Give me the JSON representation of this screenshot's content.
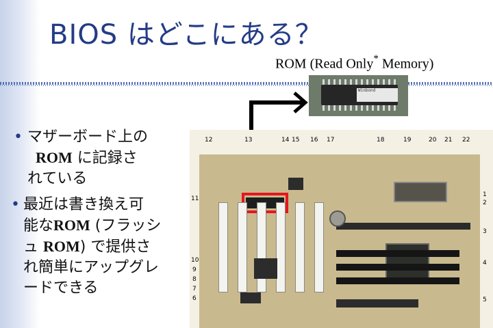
{
  "title": "BIOS はどこにある？",
  "rom_caption": {
    "before_star": "ROM (Read Only",
    "star": "*",
    "after_star": " Memory)"
  },
  "bullets": [
    {
      "lines": [
        {
          "parts": [
            "マザーボード上の"
          ]
        },
        {
          "bold": "ROM",
          "rest": " に記録さ"
        },
        {
          "parts": [
            "れている"
          ]
        }
      ]
    },
    {
      "lines": [
        {
          "parts": [
            "最近は書き換え可"
          ]
        },
        {
          "pre": "能な",
          "bold": "ROM",
          "rest": " (フラッシ"
        },
        {
          "pre": "ュ ",
          "bold": "ROM",
          "rest": ") で提供さ"
        },
        {
          "parts": [
            "れ簡単にアップグレ"
          ]
        },
        {
          "parts": [
            "ードできる"
          ]
        }
      ]
    }
  ],
  "chip_label_text": "Winbond",
  "motherboard_callouts_top": [
    "12",
    "13",
    "14",
    "15",
    "16",
    "17",
    "18",
    "19",
    "20",
    "21",
    "22"
  ],
  "motherboard_callouts_right": [
    "1",
    "2",
    "3",
    "4",
    "5"
  ],
  "motherboard_callouts_left": [
    "11",
    "10",
    "9",
    "8",
    "7",
    "6"
  ],
  "colors": {
    "title": "#243c86",
    "highlight_box": "#e4161f",
    "arrow": "#000000"
  }
}
